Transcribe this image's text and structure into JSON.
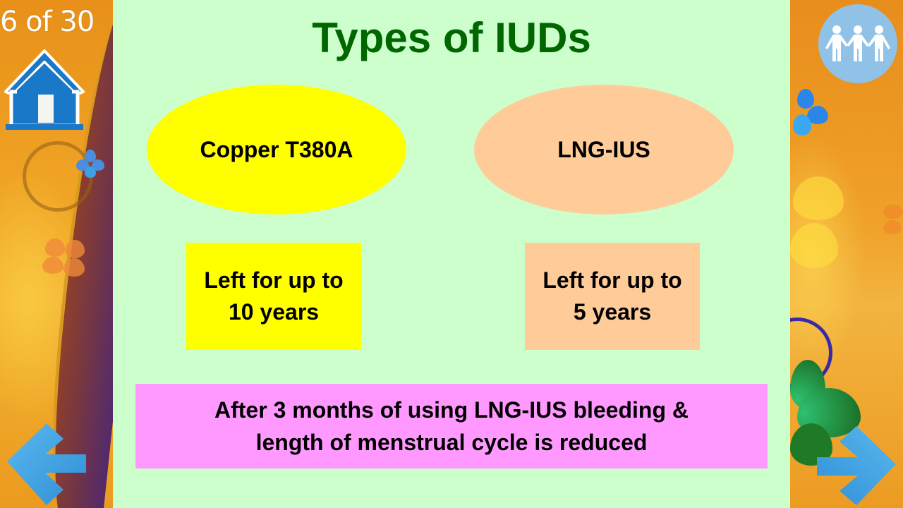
{
  "navigation": {
    "page_counter": "6 of 30",
    "home_icon": "home-icon",
    "prev_icon": "arrow-left-icon",
    "next_icon": "arrow-right-icon",
    "group_icon": "people-group-icon"
  },
  "slide": {
    "title": "Types of IUDs",
    "types": [
      {
        "name": "Copper T380A",
        "duration_line1": "Left for up to",
        "duration_line2": "10 years",
        "color": "#ffff00"
      },
      {
        "name": "LNG-IUS",
        "duration_line1": "Left for up to",
        "duration_line2": "5 years",
        "color": "#ffcc99"
      }
    ],
    "note": {
      "line1": "After 3 months of using LNG-IUS bleeding &",
      "line2": "length of menstrual cycle is reduced",
      "color": "#ff99ff"
    }
  },
  "colors": {
    "slide_background": "#ccffcc",
    "title": "#006600",
    "frame_orange": "#f0a020",
    "nav_blue": "#3a9ad8",
    "group_button": "#8fc2e6"
  }
}
